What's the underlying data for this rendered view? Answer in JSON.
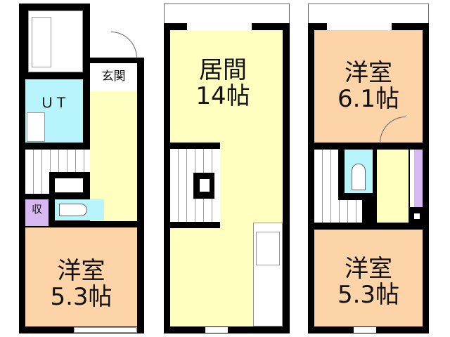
{
  "floors": [
    {
      "rooms": {
        "entrance": "玄関",
        "ut": "ＵＴ",
        "storage": "収",
        "bedroom": {
          "name": "洋室",
          "size": "5.3帖"
        }
      }
    },
    {
      "rooms": {
        "living": {
          "name": "居間",
          "size": "14帖"
        }
      }
    },
    {
      "rooms": {
        "bedroom_top": {
          "name": "洋室",
          "size": "6.1帖"
        },
        "bedroom_bottom": {
          "name": "洋室",
          "size": "5.3帖"
        }
      }
    }
  ],
  "colors": {
    "bedroom": "#fcd4a8",
    "living": "#ffffc0",
    "wet": "#b8f4fc",
    "storage": "#d8b8f0",
    "wall": "#000000"
  }
}
